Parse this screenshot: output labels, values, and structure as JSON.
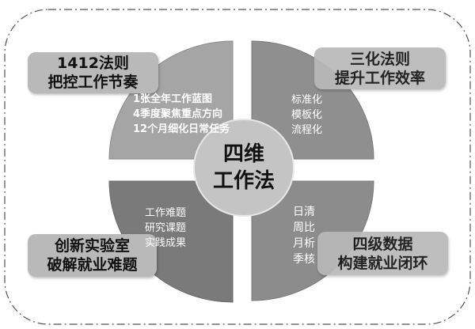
{
  "center": {
    "line1": "四维",
    "line2": "工作法"
  },
  "quadrants": [
    {
      "title1": "1412法则",
      "title2": "把控工作节奏",
      "items": [
        "1张全年工作蓝图",
        "4季度聚焦重点方向",
        "12个月细化日常任务"
      ]
    },
    {
      "title1": "三化法则",
      "title2": "提升工作效率",
      "items": [
        "标准化",
        "模板化",
        "流程化"
      ]
    },
    {
      "title1": "创新实验室",
      "title2": "破解就业难题",
      "items": [
        "工作难题",
        "研究课题",
        "实践成果"
      ]
    },
    {
      "title1": "四级数据",
      "title2": "构建就业闭环",
      "items": [
        "日清",
        "周比",
        "月析",
        "季核"
      ]
    }
  ],
  "colors": {
    "quad_light": "#a8a8a8",
    "quad_dark": "#7e7e7e",
    "box": "#b9b9b9",
    "circle": "#c4c4c4"
  }
}
